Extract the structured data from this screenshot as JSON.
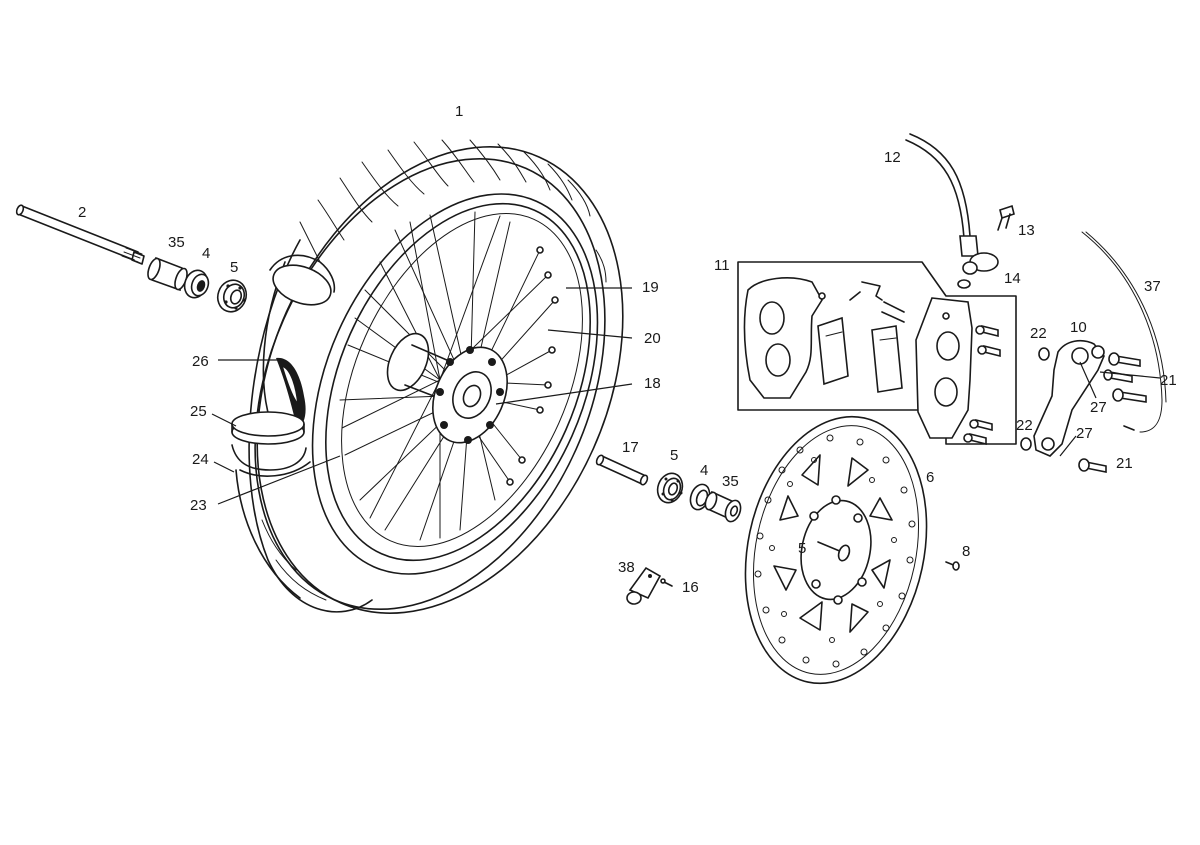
{
  "labels": {
    "wheel": "1",
    "axle": "2",
    "spacer_left": "35",
    "seal_left": "4",
    "bearing_left": "5",
    "brake_hose": "12",
    "hose_bolt": "13",
    "hose_washer": "14",
    "caliper_kit": "11",
    "hose_right": "37",
    "rim": "19",
    "spoke": "20",
    "hub": "18",
    "valve": "26",
    "rim_band": "25",
    "tube": "24",
    "tyre": "23",
    "bracket_washer_top": "22",
    "bracket": "10",
    "caliper_bolt_top": "21",
    "bracket_bushing_top": "27",
    "bracket_washer_bottom": "22",
    "bracket_bushing_bottom": "27",
    "caliper_bolt_bottom": "21",
    "pin": "17",
    "bearing_right": "5",
    "seal_right": "4",
    "spacer_right": "35",
    "disc": "6",
    "hub_label": "5",
    "disc_screw": "8",
    "sensor": "38",
    "sensor_screw": "16"
  }
}
